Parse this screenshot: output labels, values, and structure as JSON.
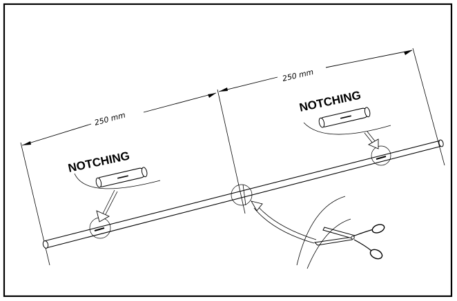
{
  "dimensions": {
    "left_length": "250 mm",
    "right_length": "250 mm"
  },
  "callouts": {
    "left_label": "NOTCHING",
    "right_label": "NOTCHING"
  },
  "icons": [
    "notched-tube-detail-icon",
    "scissors-icon",
    "arrow-icon"
  ],
  "colors": {
    "line": "#000000",
    "background": "#ffffff"
  }
}
